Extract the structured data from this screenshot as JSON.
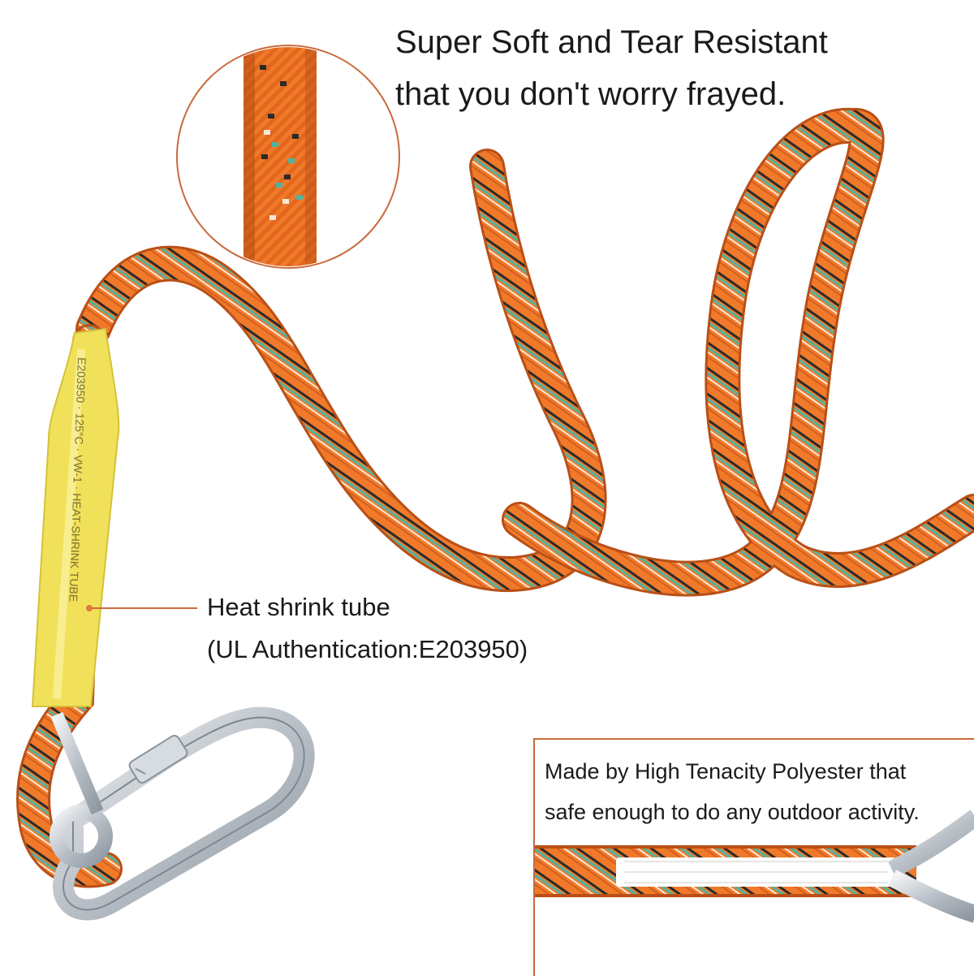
{
  "headline": {
    "line1": "Super Soft and Tear Resistant",
    "line2": "that you don't worry frayed."
  },
  "callout": {
    "line1": "Heat shrink tube",
    "line2": "(UL Authentication:E203950)"
  },
  "inset": {
    "line1": "Made by High Tenacity Polyester that",
    "line2": "safe enough to do any outdoor activity."
  },
  "tube_print": "E203950 · 125°C · VW-1 · HEAT-SHRINK TUBE",
  "colors": {
    "rope": "#f07a2a",
    "rope_dark": "#c9561a",
    "stripe_teal": "#4fb3a3",
    "stripe_black": "#2a2a2a",
    "tube": "#f1e15a",
    "metal": "#c9ced4",
    "accent_line": "#c86a3c"
  },
  "icons": [
    "carabiner-icon",
    "rope-closeup-icon",
    "stitched-splice-icon"
  ]
}
